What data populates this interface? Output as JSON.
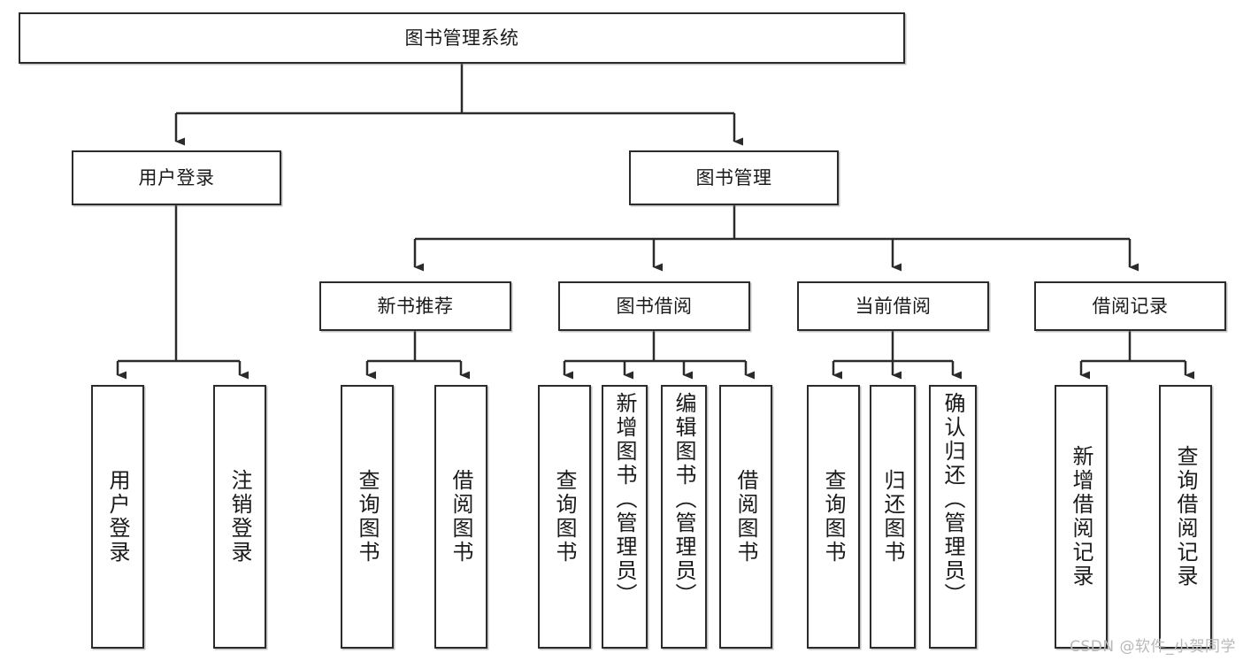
{
  "diagram": {
    "title": "图书管理系统",
    "type": "tree-hierarchy-diagram",
    "root": {
      "label": "图书管理系统"
    },
    "level1": [
      {
        "label": "用户登录"
      },
      {
        "label": "图书管理"
      }
    ],
    "level2": [
      {
        "label": "新书推荐"
      },
      {
        "label": "图书借阅"
      },
      {
        "label": "当前借阅"
      },
      {
        "label": "借阅记录"
      }
    ],
    "leaves": {
      "user_login": [
        {
          "label": "用户登录"
        },
        {
          "label": "注销登录"
        }
      ],
      "new_book_recommend": [
        {
          "label": "查询图书"
        },
        {
          "label": "借阅图书"
        }
      ],
      "book_borrow": [
        {
          "label": "查询图书"
        },
        {
          "label": "新增图书（管理员）"
        },
        {
          "label": "编辑图书（管理员）"
        },
        {
          "label": "借阅图书"
        }
      ],
      "current_borrow": [
        {
          "label": "查询图书"
        },
        {
          "label": "归还图书"
        },
        {
          "label": "确认归还（管理员）"
        }
      ],
      "borrow_record": [
        {
          "label": "新增借阅记录"
        },
        {
          "label": "查询借阅记录"
        }
      ]
    },
    "watermark": "CSDN @软件_小贺同学",
    "colors": {
      "stroke": "#2b2b2b",
      "fill": "#ffffff",
      "text": "#1a1a1a",
      "watermark": "#b9b9b9"
    }
  }
}
